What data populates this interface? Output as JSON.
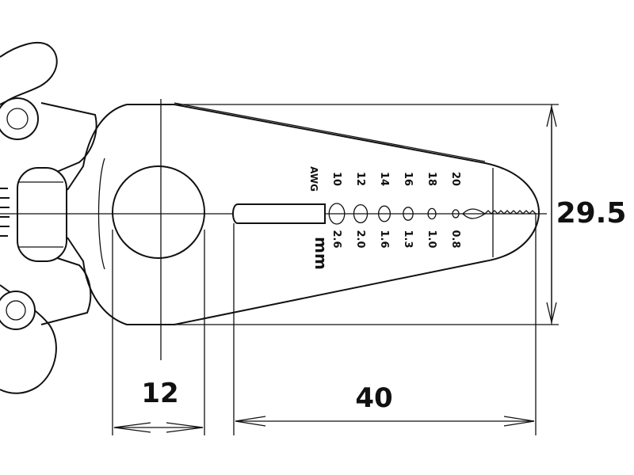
{
  "dimensions": {
    "height": "29.5",
    "pivot_width": "12",
    "jaw_length": "40"
  },
  "scale": {
    "awg_label": "AWG",
    "mm_label": "mm",
    "awg_values": [
      "10",
      "12",
      "14",
      "16",
      "18",
      "20"
    ],
    "mm_values": [
      "2.6",
      "2.0",
      "1.6",
      "1.3",
      "1.0",
      "0.8"
    ]
  },
  "colors": {
    "line": "#111111",
    "background": "#ffffff"
  }
}
